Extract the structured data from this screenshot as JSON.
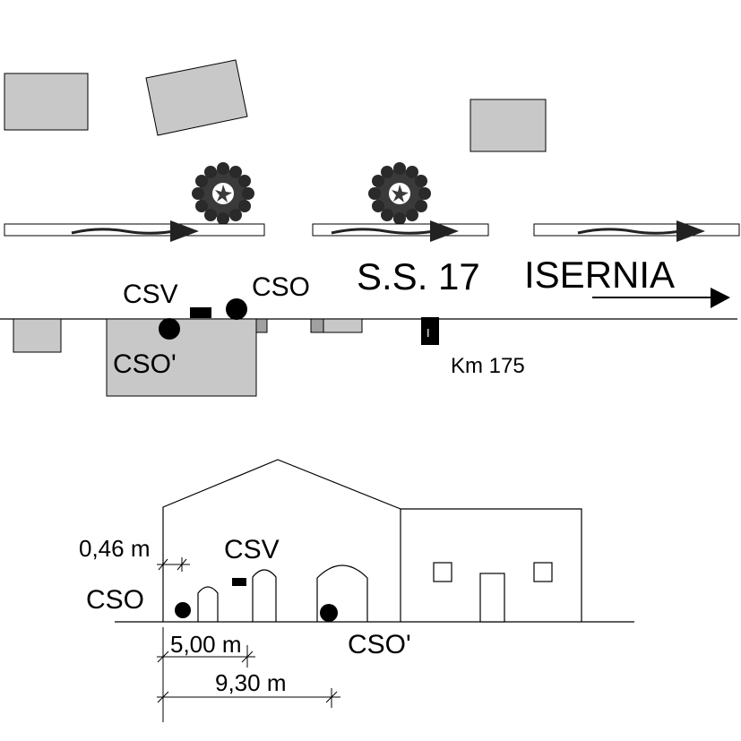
{
  "plan": {
    "road_name": "S.S. 17",
    "destination": "ISERNIA",
    "km_marker": "Km 175",
    "km_post_glyph": "I",
    "labels": {
      "csv": "CSV",
      "cso": "CSO",
      "cso_prime": "CSO'"
    }
  },
  "elevation": {
    "labels": {
      "csv": "CSV",
      "cso": "CSO",
      "cso_prime": "CSO'"
    },
    "dimensions": {
      "offset": "0,46 m",
      "first": "5,00 m",
      "second": "9,30 m"
    }
  },
  "colors": {
    "building_fill": "#c8c8c8",
    "dark_fill": "#a0a0a0",
    "ink": "#000000",
    "tree": "#333333"
  }
}
